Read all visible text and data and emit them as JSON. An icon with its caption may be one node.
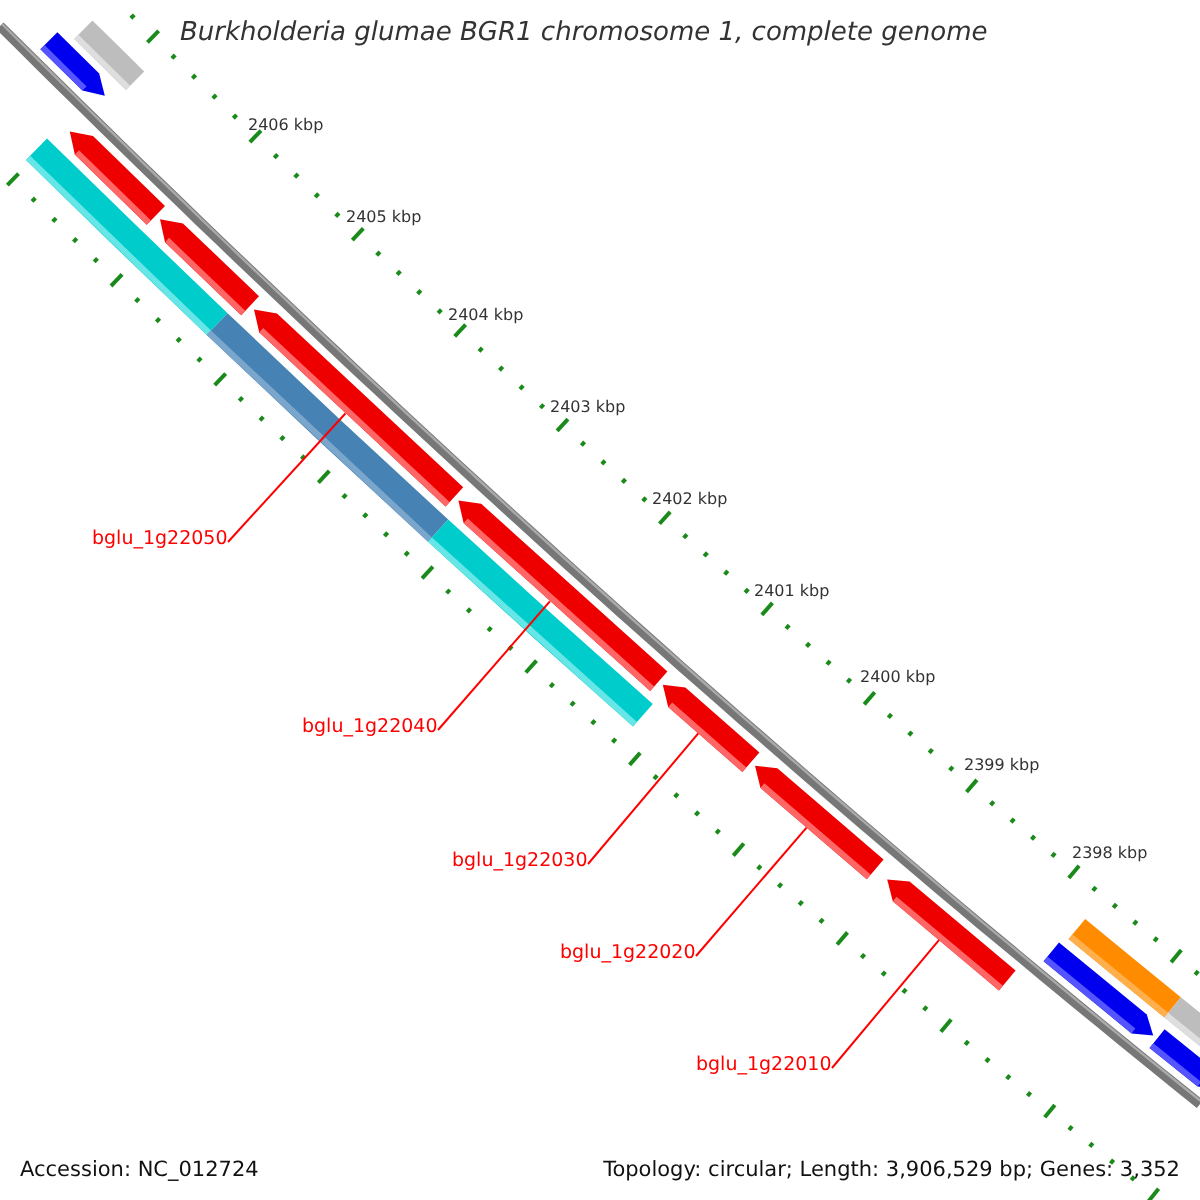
{
  "diagram": {
    "title": "Burkholderia glumae BGR1 chromosome 1, complete genome",
    "nodes": [
      {
        "text": [],
        "shape": "bar"
      },
      {
        "text": [],
        "shape": "arrow"
      },
      {
        "text": [],
        "shape": "arrow"
      },
      {
        "text": [],
        "shape": "bar"
      },
      {
        "text": [],
        "shape": "arrow"
      },
      {
        "text": [],
        "shape": "arrow"
      },
      {
        "text": [],
        "shape": "bar"
      },
      {
        "text": [],
        "shape": "arrow"
      },
      {
        "text": [],
        "shape": "bar"
      },
      {
        "text": [],
        "shape": "arrow"
      },
      {
        "text": [],
        "shape": "arrow"
      },
      {
        "text": [],
        "shape": "arrow"
      },
      {
        "text": [],
        "shape": "bar"
      },
      {
        "text": [],
        "shape": "arrow"
      },
      {
        "text": [],
        "shape": "bar"
      },
      {
        "text": [],
        "shape": "arrow"
      },
      {
        "text": [
          "bglu_1g22050"
        ]
      },
      {
        "text": [
          "bglu_1g22040"
        ]
      },
      {
        "text": [
          "bglu_1g22030"
        ]
      },
      {
        "text": [
          "bglu_1g22020"
        ]
      },
      {
        "text": [
          "bglu_1g22010"
        ]
      }
    ],
    "edges": [
      {
        "from": 16,
        "to": 5,
        "arrow": "none"
      },
      {
        "from": 17,
        "to": 7,
        "arrow": "none"
      },
      {
        "from": 18,
        "to": 9,
        "arrow": "none"
      },
      {
        "from": 19,
        "to": 10,
        "arrow": "none"
      },
      {
        "from": 20,
        "to": 11,
        "arrow": "none"
      }
    ],
    "labels": [
      "2406 kbp",
      "2405 kbp",
      "2404 kbp",
      "2403 kbp",
      "2402 kbp",
      "2401 kbp",
      "2400 kbp",
      "2399 kbp",
      "2398 kbp",
      "Accession: NC_012724",
      "Topology: circular; Length: 3,906,529 bp; Genes: 3,352"
    ]
  }
}
